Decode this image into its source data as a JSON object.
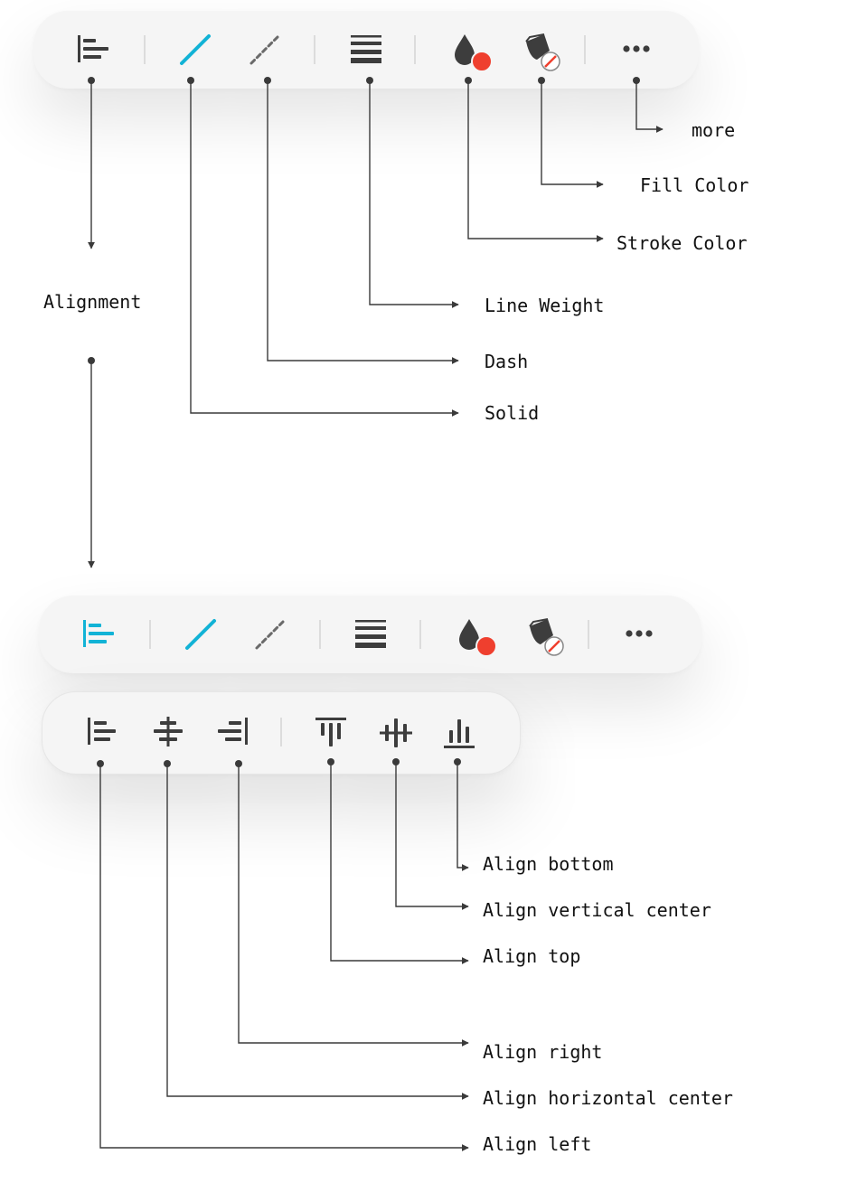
{
  "colors": {
    "accent": "#12b3d6",
    "icon": "#3d3d3d",
    "dash_icon": "#6a6a6a",
    "stroke_swatch": "#ef3f2e",
    "no_fill_slash": "#ef3f2e",
    "leader": "#3a3a3a",
    "toolbar_bg": "#f5f5f5"
  },
  "main_toolbar": {
    "icons": [
      "align-left-icon",
      "line-solid-icon",
      "line-dash-icon",
      "line-weight-icon",
      "ink-drop-icon",
      "paint-bucket-icon",
      "more-icon"
    ]
  },
  "alignment_toolbar": {
    "icons": [
      "align-left-icon",
      "align-horizontal-center-icon",
      "align-right-icon",
      "align-top-icon",
      "align-vertical-center-icon",
      "align-bottom-icon"
    ]
  },
  "labels": {
    "more": "more",
    "fill_color": "Fill Color",
    "stroke_color": "Stroke Color",
    "alignment": "Alignment",
    "line_weight": "Line Weight",
    "dash": "Dash",
    "solid": "Solid",
    "align_bottom": "Align bottom",
    "align_vertical_center": "Align vertical center",
    "align_top": "Align top",
    "align_right": "Align right",
    "align_horizontal_center": "Align horizontal center",
    "align_left": "Align left"
  }
}
